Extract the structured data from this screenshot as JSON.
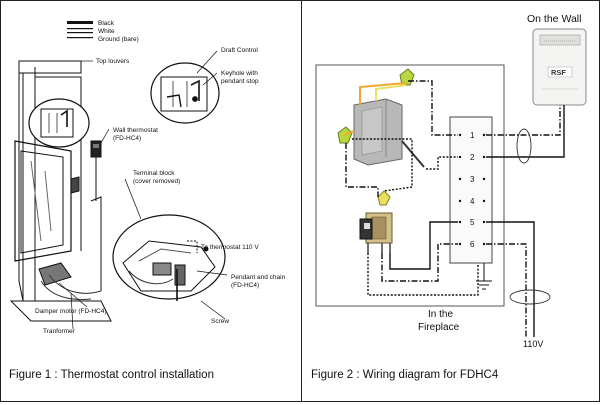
{
  "figure1": {
    "caption": "Figure 1 : Thermostat control installation",
    "legend": [
      "Black",
      "White",
      "Ground (bare)"
    ],
    "labels": {
      "top_louvers": "Top louvers",
      "draft_control": "Draft Control",
      "keyhole_1": "Keyhole with",
      "keyhole_2": "pendant stop",
      "wall_thermostat_1": "Wall thermostat",
      "wall_thermostat_2": "(FD-HC4)",
      "terminal_block_1": "Terminal block",
      "terminal_block_2": "(cover removed)",
      "to_thermostat": "To thermostat 110 V",
      "pendant_1": "Pendant and chain",
      "pendant_2": "(FD-HC4)",
      "damper_motor": "Damper motor (FD-HC4)",
      "screw": "Screw",
      "transformer": "Tranformer"
    }
  },
  "figure2": {
    "caption": "Figure 2 : Wiring diagram for FDHC4",
    "on_the_wall": "On the Wall",
    "brand": "RSF",
    "in_the_1": "In the",
    "in_the_2": "Fireplace",
    "voltage": "110V",
    "terminals": [
      "1",
      "2",
      "3",
      "4",
      "5",
      "6"
    ]
  },
  "colors": {
    "wire_orange": "#f0a830",
    "wire_yellow": "#e8e060",
    "connector_green": "#b8d840",
    "motor_gray": "#b8b8b8"
  }
}
